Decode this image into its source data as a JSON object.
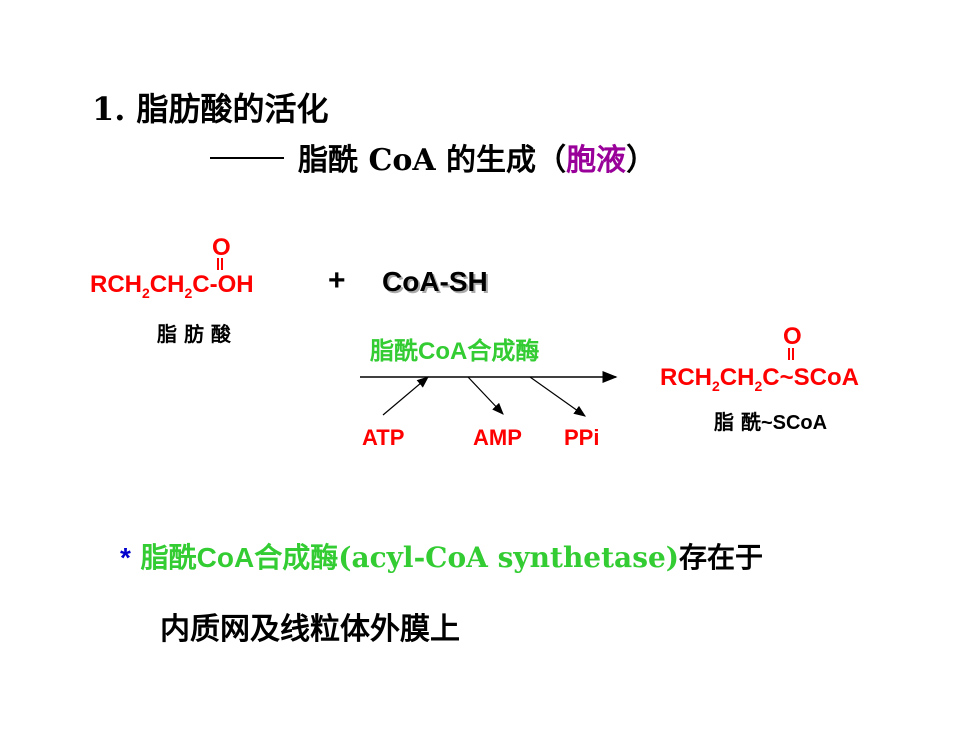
{
  "title": "1. 脂肪酸的活化",
  "subtitle": {
    "main": "脂酰 CoA 的生成",
    "paren_open": "（",
    "location": "胞液",
    "paren_close": "）"
  },
  "reactant": {
    "oxygen": "O",
    "formula_parts": [
      "RCH",
      "2",
      "CH",
      "2",
      "C-OH"
    ],
    "name": "脂 肪 酸"
  },
  "plus": "+",
  "coenzyme": "CoA-SH",
  "enzyme": {
    "pre": "脂酰",
    "coa": "CoA",
    "post": "合成酶"
  },
  "cofactors": [
    "ATP",
    "AMP",
    "PPi"
  ],
  "product": {
    "oxygen": "O",
    "formula_parts": [
      "RCH",
      "2",
      "CH",
      "2",
      "C",
      "~SCoA"
    ],
    "name_cn": "脂 酰",
    "name_suffix": "~SCoA"
  },
  "note": {
    "star": "*",
    "enzyme_pre": "脂酰",
    "enzyme_coa": "CoA",
    "enzyme_post": "合成酶(acyl-CoA synthetase)",
    "tail": "存在于",
    "line2": "内质网及线粒体外膜上"
  },
  "colors": {
    "red": "#ff0000",
    "green": "#33cc33",
    "purple": "#990099",
    "blue": "#0000cc"
  }
}
